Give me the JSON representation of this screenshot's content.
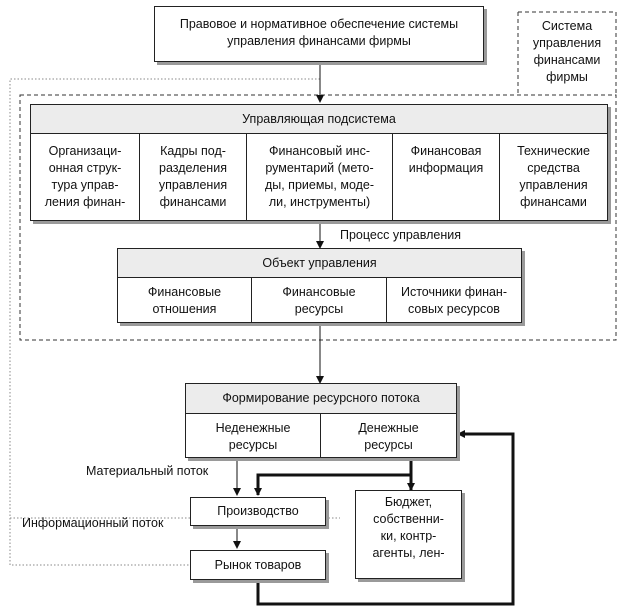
{
  "legal_box": "Правовое и нормативное обеспечение системы\nуправления финансами фирмы",
  "system_label": "Система\nуправления\nфинансами\nфирмы",
  "managing": {
    "title": "Управляющая подсистема",
    "cells": [
      "Организаци-\nонная струк-\nтура управ-\nления финан-",
      "Кадры под-\nразделения\nуправления\nфинансами",
      "Финансовый инс-\nрументарий (мето-\nды, приемы, моде-\nли, инструменты)",
      "Финансовая\nинформация",
      "Технические\nсредства\nуправления\nфинансами"
    ]
  },
  "process_label": "Процесс управления",
  "object": {
    "title": "Объект управления",
    "cells": [
      "Финансовые\nотношения",
      "Финансовые\nресурсы",
      "Источники финан-\nсовых ресурсов"
    ]
  },
  "resource_flow": {
    "title": "Формирование ресурсного потока",
    "cells": [
      "Неденежные\nресурсы",
      "Денежные\nресурсы"
    ]
  },
  "material_flow_label": "Материальный поток",
  "info_flow_label": "Информационный поток",
  "production": "Производство",
  "market": "Рынок товаров",
  "budget": "Бюджет,\nсобственни-\nки, контр-\nагенты, лен-"
}
